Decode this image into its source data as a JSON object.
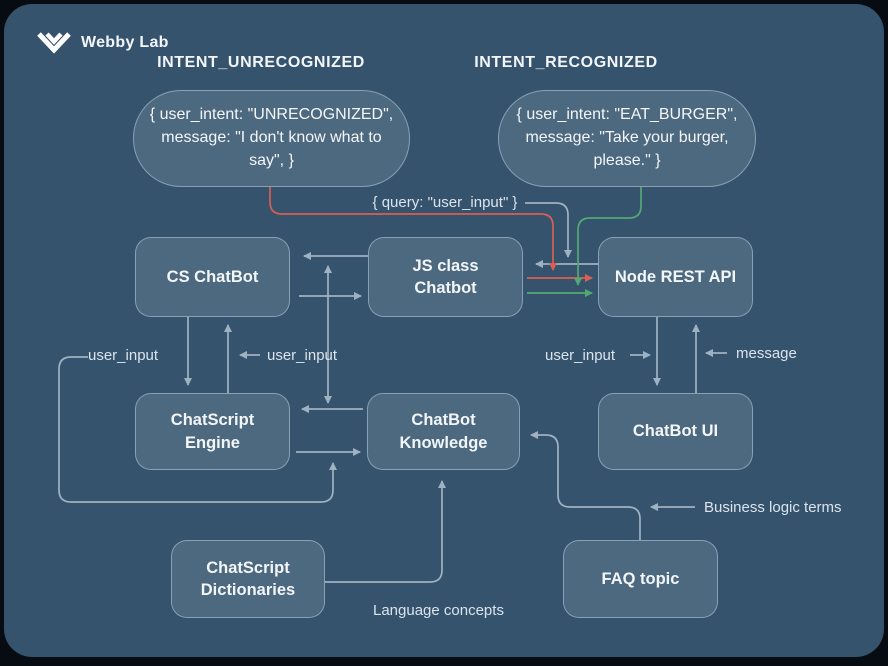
{
  "logo": {
    "brand": "Webby Lab"
  },
  "headers": {
    "left": "INTENT_UNRECOGNIZED",
    "right": "INTENT_RECOGNIZED"
  },
  "bubbles": {
    "unrecognized": "{ user_intent: \"UNRECOGNIZED\",\nmessage: \"I don't know what to\nsay\", }",
    "recognized": "{ user_intent: \"EAT_BURGER\",\nmessage: \"Take your burger,\nplease.\" }"
  },
  "nodes": {
    "cs_chatbot": "CS ChatBot",
    "js_class_chatbot": "JS class\nChatbot",
    "node_rest_api": "Node REST API",
    "chatscript_engine": "ChatScript\nEngine",
    "chatbot_knowledge": "ChatBot\nKnowledge",
    "chatbot_ui": "ChatBot UI",
    "chatscript_dictionaries": "ChatScript\nDictionaries",
    "faq_topic": "FAQ topic"
  },
  "edge_labels": {
    "query": "{ query: \"user_input\" }",
    "user_input_left": "user_input",
    "user_input_mid": "user_input",
    "user_input_right": "user_input",
    "message": "message",
    "business_logic_terms": "Business logic terms",
    "language_concepts": "Language concepts"
  },
  "colors": {
    "background": "#35536d",
    "frame": "#070c12",
    "node_fill": "#4d697f",
    "arrow_gray": "#9fb2c2",
    "arrow_red": "#d95f53",
    "arrow_green": "#55a873",
    "text": "#f3f6f9"
  }
}
